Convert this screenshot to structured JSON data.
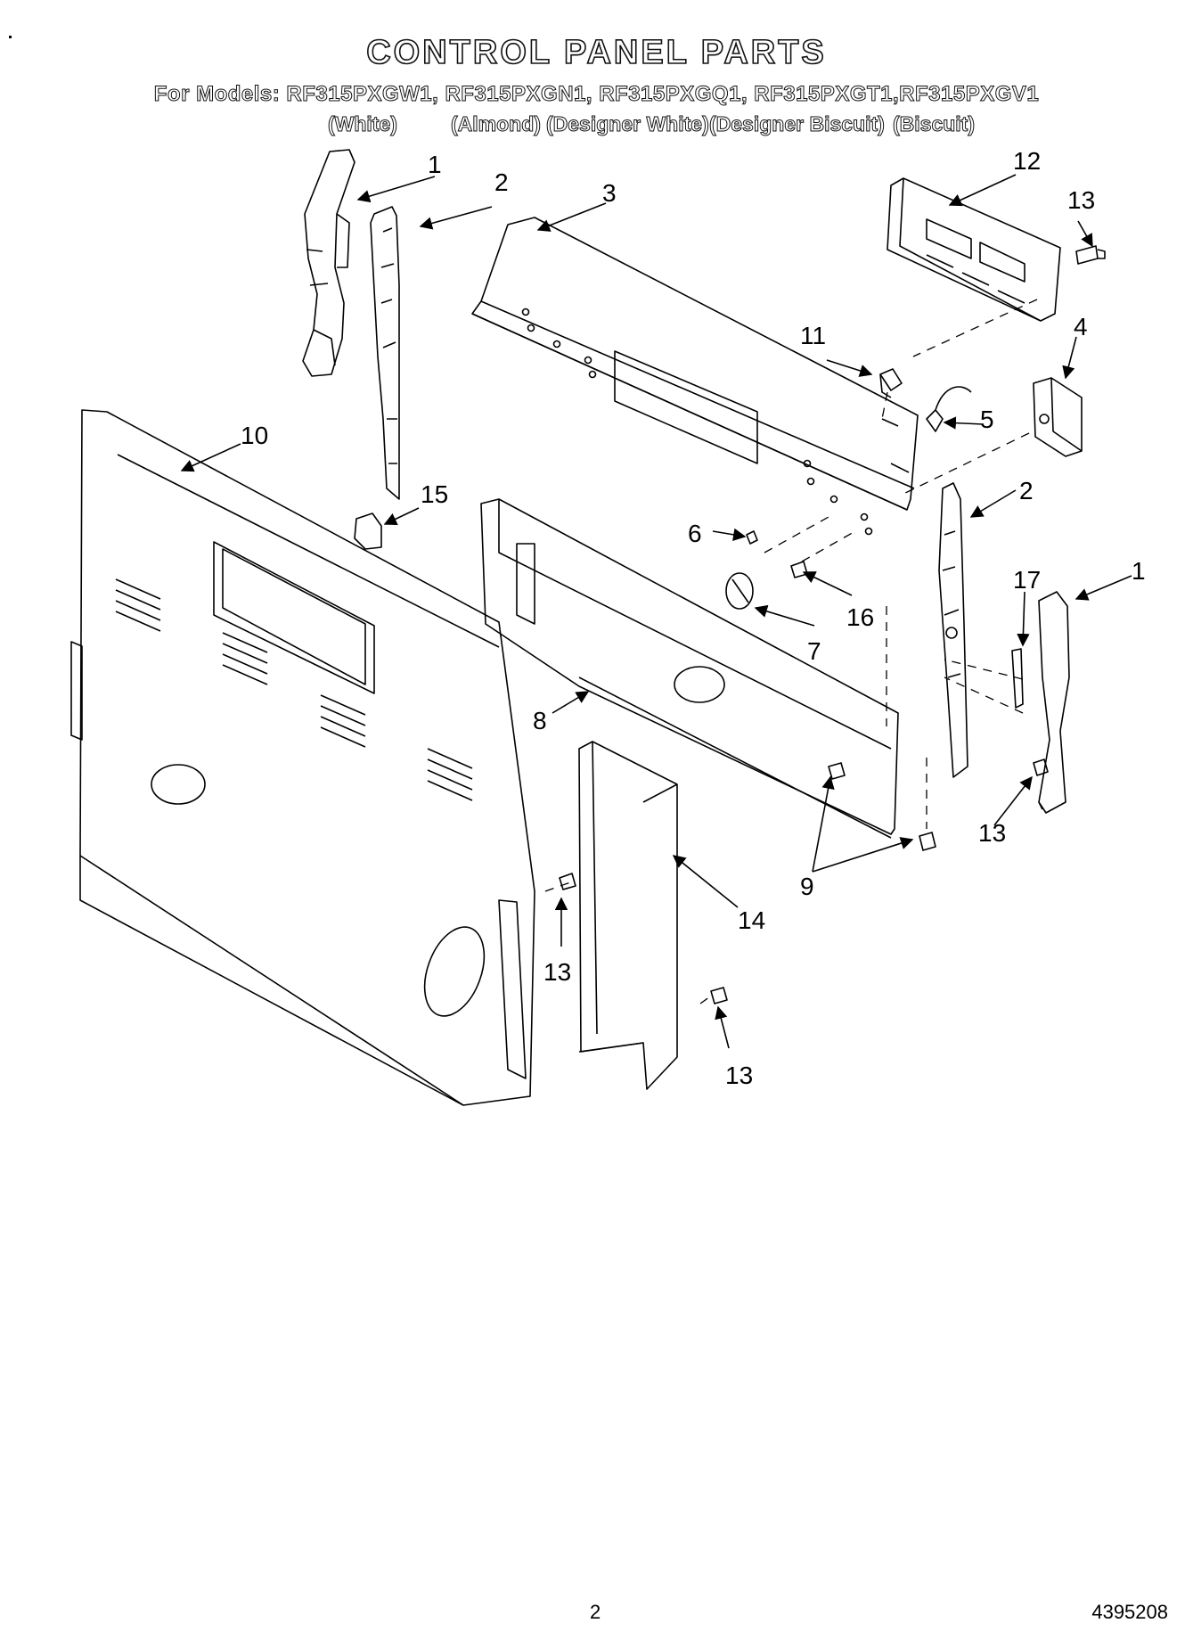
{
  "header": {
    "title": "CONTROL PANEL PARTS",
    "models_line": "For Models: RF315PXGW1, RF315PXGN1, RF315PXGQ1, RF315PXGT1,RF315PXGV1",
    "colors": [
      "(White)",
      "(Almond)",
      "(Designer White)",
      "(Designer Biscuit)",
      "(Biscuit)"
    ]
  },
  "callouts": [
    "1",
    "2",
    "3",
    "12",
    "13",
    "11",
    "4",
    "5",
    "10",
    "15",
    "6",
    "2",
    "17",
    "1",
    "16",
    "7",
    "8",
    "9",
    "13",
    "13",
    "14",
    "13"
  ],
  "footer": {
    "page_number": "2",
    "doc_number": "4395208"
  }
}
